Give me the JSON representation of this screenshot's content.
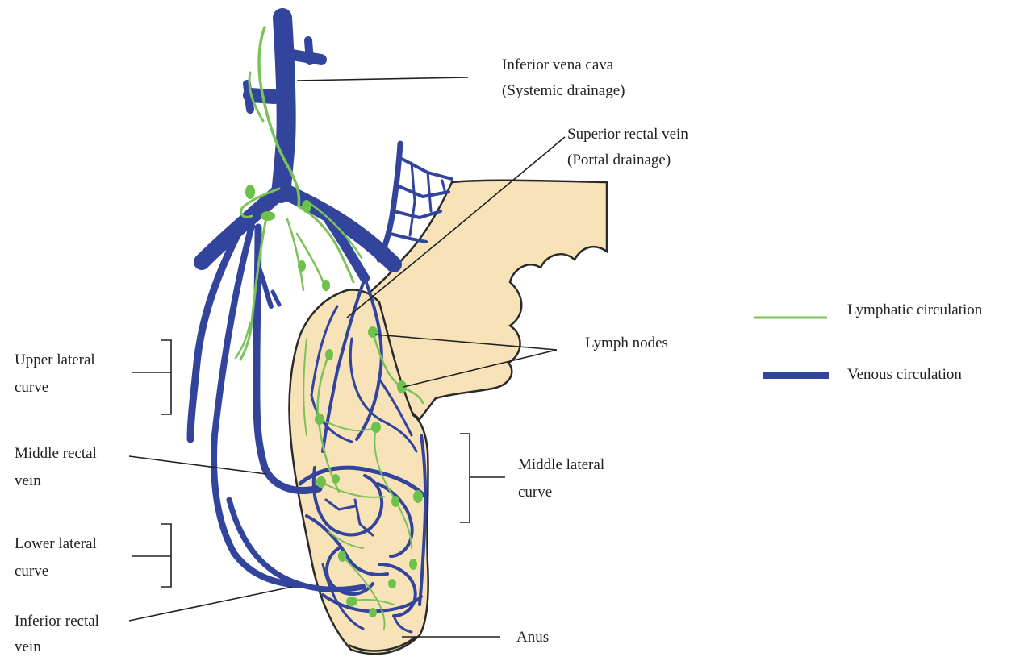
{
  "colors": {
    "venous": "#33449c",
    "lymphatic": "#7cc25a",
    "lymph_node": "#6cc24a",
    "tissue": "#f8e2b8",
    "tissue_outline": "#2a2a2a",
    "label_text": "#222222"
  },
  "labels": {
    "ivc_line1": "Inferior vena cava",
    "ivc_line2": "(Systemic drainage)",
    "srv_line1": "Superior rectal vein",
    "srv_line2": "(Portal drainage)",
    "lymph_nodes": "Lymph nodes",
    "upper_lateral_line1": "Upper lateral",
    "upper_lateral_line2": "curve",
    "middle_rectal_line1": "Middle rectal",
    "middle_rectal_line2": "vein",
    "middle_lateral_line1": "Middle lateral",
    "middle_lateral_line2": "curve",
    "lower_lateral_line1": "Lower lateral",
    "lower_lateral_line2": "curve",
    "inferior_rectal_line1": "Inferior rectal",
    "inferior_rectal_line2": "vein",
    "anus": "Anus"
  },
  "legend": {
    "items": [
      {
        "label": "Lymphatic circulation",
        "icon": "thin-green-line"
      },
      {
        "label": "Venous circulation",
        "icon": "thick-blue-line"
      }
    ]
  }
}
